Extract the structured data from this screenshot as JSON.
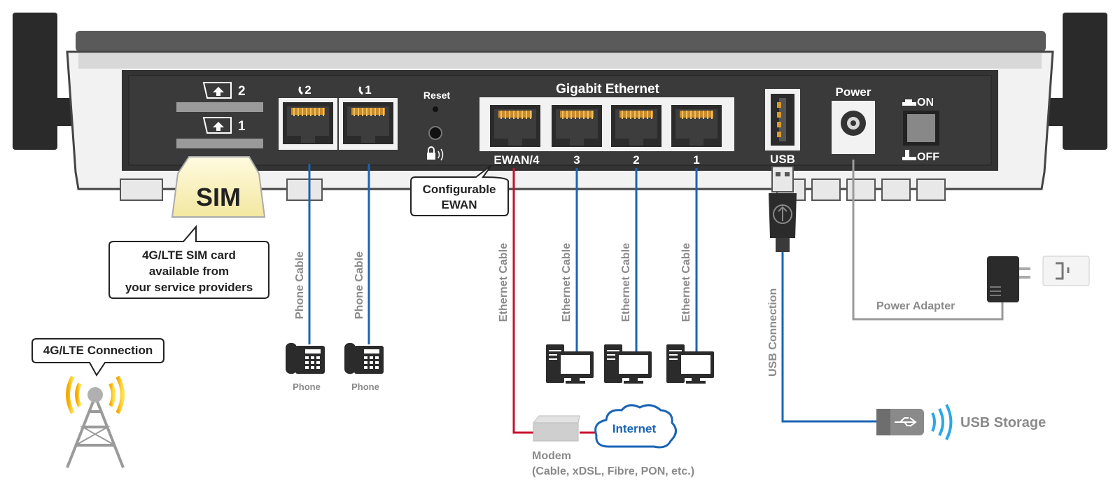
{
  "router": {
    "sim_slot_2": "2",
    "sim_slot_1": "1",
    "phone_port_2": "2",
    "phone_port_1": "1",
    "reset_label": "Reset",
    "gigabit_title": "Gigabit Ethernet",
    "ewan_port": "EWAN/4",
    "lan_3": "3",
    "lan_2": "2",
    "lan_1": "1",
    "usb_label": "USB",
    "power_label": "Power",
    "switch_on": "ON",
    "switch_off": "OFF"
  },
  "callouts": {
    "sim_card": "SIM",
    "sim_note": [
      "4G/LTE SIM card",
      "available from",
      "your service providers"
    ],
    "configurable_ewan": [
      "Configurable",
      "EWAN"
    ],
    "lte_connection": "4G/LTE Connection"
  },
  "cables": {
    "phone_cable": "Phone Cable",
    "ethernet_cable": "Ethernet Cable",
    "usb_connection": "USB Connection",
    "power_adapter": "Power Adapter"
  },
  "devices": {
    "phone": "Phone",
    "internet": "Internet",
    "modem": "Modem",
    "modem_types": "(Cable, xDSL, Fibre, PON, etc.)",
    "usb_storage": "USB Storage"
  },
  "colors": {
    "blue_cable": "#1a64b4",
    "red_cable": "#c8102e",
    "gray_cable": "#9a9a9a",
    "router_body": "#333333"
  }
}
